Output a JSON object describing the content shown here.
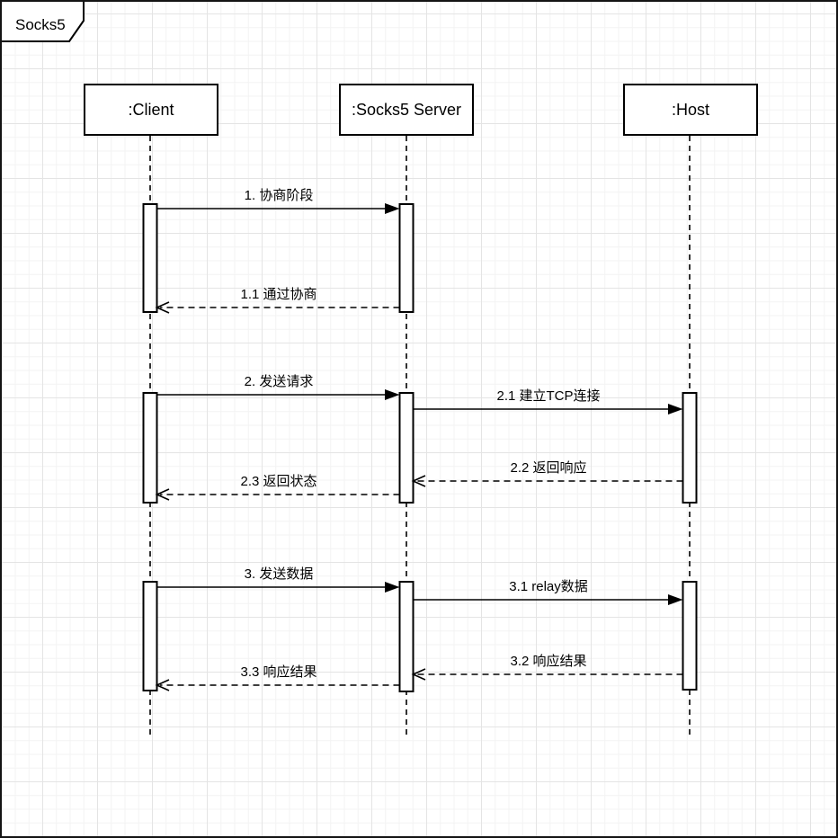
{
  "diagram": {
    "title": "Socks5"
  },
  "participants": [
    {
      "label": ":Client"
    },
    {
      "label": ":Socks5 Server"
    },
    {
      "label": ":Host"
    }
  ],
  "messages": [
    {
      "label": "1. 协商阶段",
      "from": ":Client",
      "to": ":Socks5 Server",
      "style": "solid"
    },
    {
      "label": "1.1 通过协商",
      "from": ":Socks5 Server",
      "to": ":Client",
      "style": "dashed"
    },
    {
      "label": "2. 发送请求",
      "from": ":Client",
      "to": ":Socks5 Server",
      "style": "solid"
    },
    {
      "label": "2.1 建立TCP连接",
      "from": ":Socks5 Server",
      "to": ":Host",
      "style": "solid"
    },
    {
      "label": "2.2 返回响应",
      "from": ":Host",
      "to": ":Socks5 Server",
      "style": "dashed"
    },
    {
      "label": "2.3 返回状态",
      "from": ":Socks5 Server",
      "to": ":Client",
      "style": "dashed"
    },
    {
      "label": "3. 发送数据",
      "from": ":Client",
      "to": ":Socks5 Server",
      "style": "solid"
    },
    {
      "label": "3.1 relay数据",
      "from": ":Socks5 Server",
      "to": ":Host",
      "style": "solid"
    },
    {
      "label": "3.2 响应结果",
      "from": ":Host",
      "to": ":Socks5 Server",
      "style": "dashed"
    },
    {
      "label": "3.3 响应结果",
      "from": ":Socks5 Server",
      "to": ":Client",
      "style": "dashed"
    }
  ],
  "colors": {
    "stroke": "#000000",
    "background": "#ffffff",
    "grid_minor": "#f3f3f3",
    "grid_major": "#e4e4e4"
  }
}
